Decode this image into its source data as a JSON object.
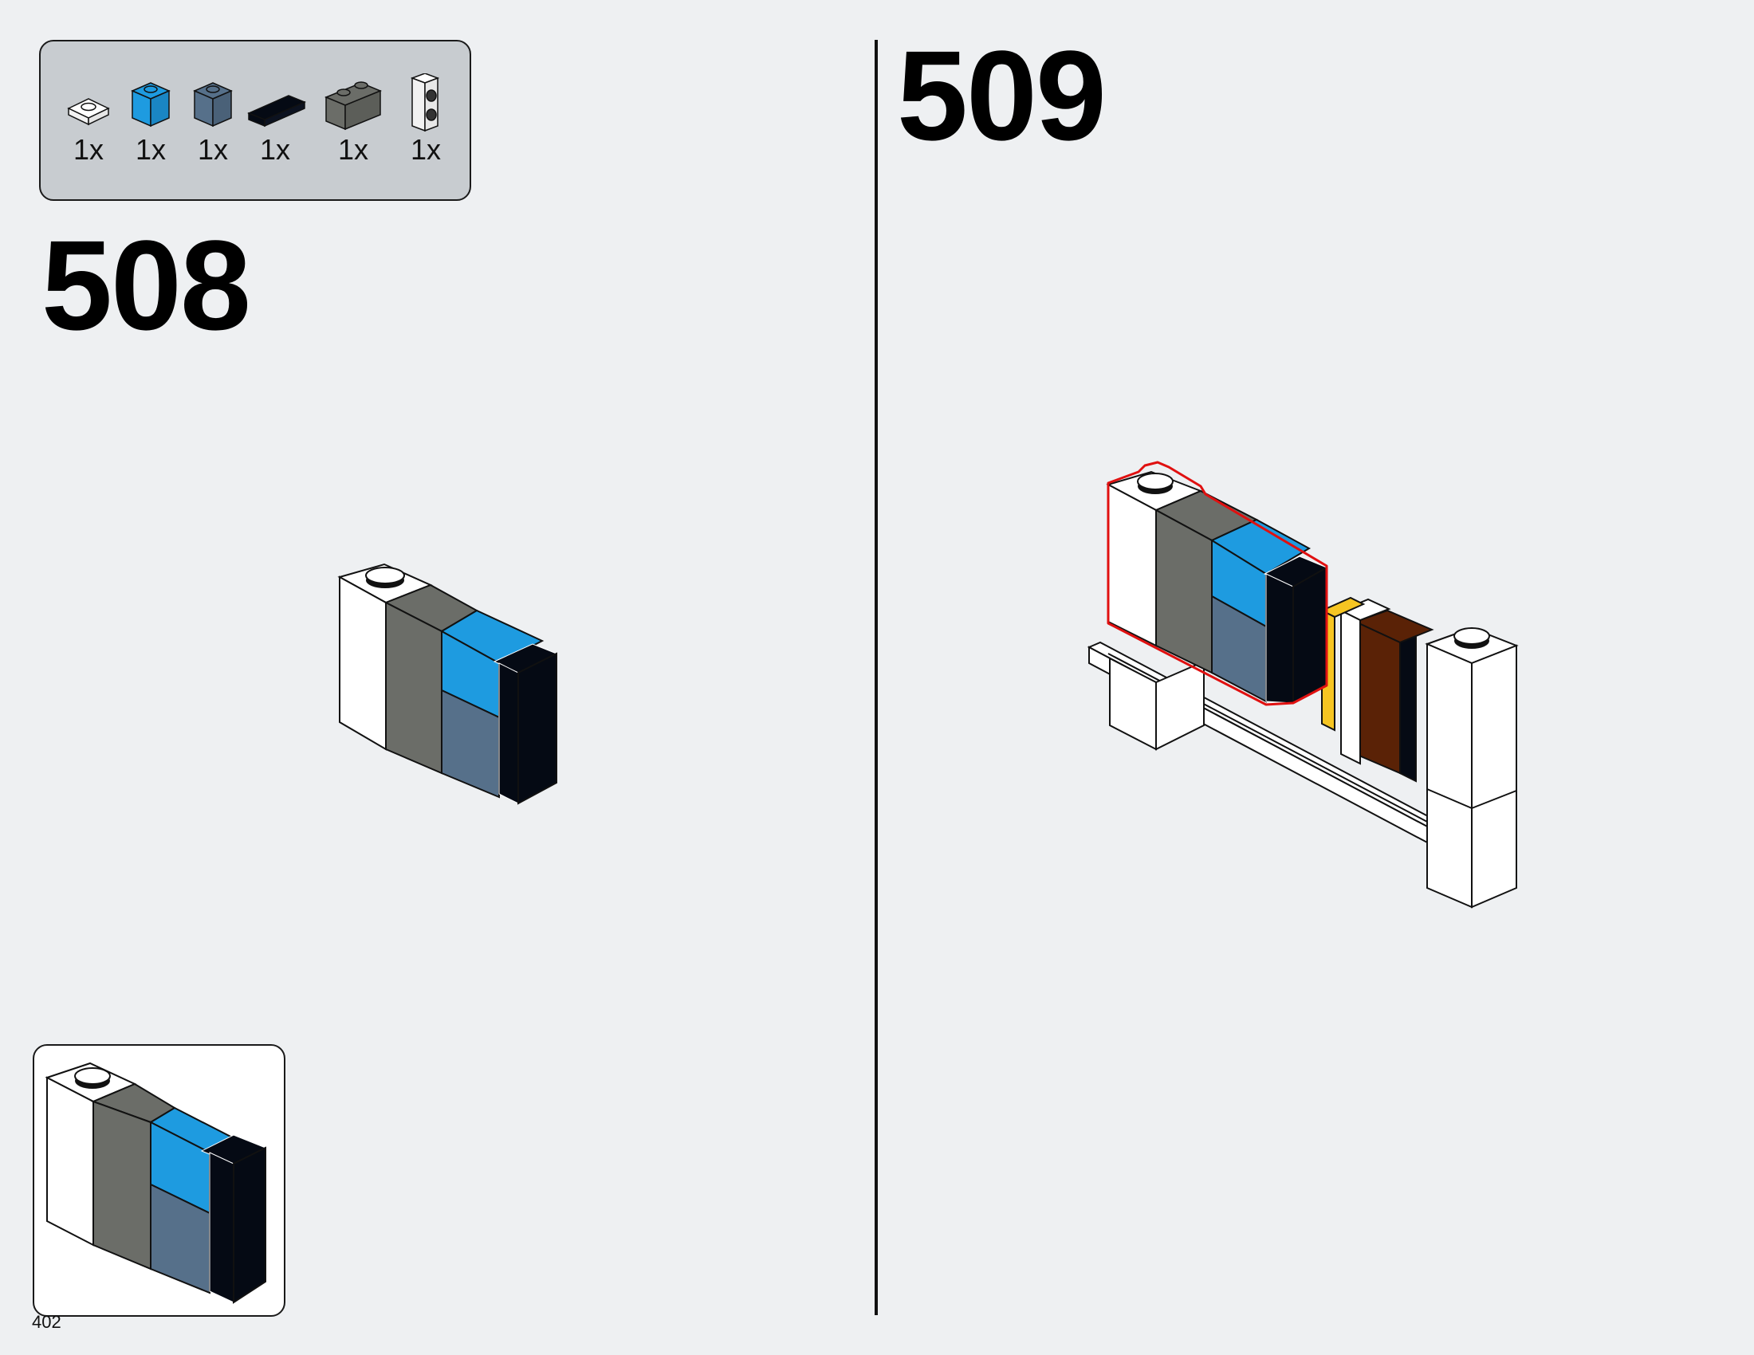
{
  "parts_list": {
    "items": [
      {
        "icon": "white-plate-1x1-icon",
        "color": "#ffffff",
        "qty": "1x"
      },
      {
        "icon": "blue-brick-1x1-icon",
        "color": "#1e9be0",
        "qty": "1x"
      },
      {
        "icon": "sand-blue-brick-1x1-icon",
        "color": "#56708a",
        "qty": "1x"
      },
      {
        "icon": "black-tile-1x2-icon",
        "color": "#050a14",
        "qty": "1x"
      },
      {
        "icon": "dark-gray-brick-1x2-icon",
        "color": "#6b6d68",
        "qty": "1x"
      },
      {
        "icon": "white-brick-studs-on-side-icon",
        "color": "#ffffff",
        "qty": "1x"
      }
    ]
  },
  "steps": [
    {
      "number": "508"
    },
    {
      "number": "509"
    }
  ],
  "page": {
    "number": "402"
  },
  "colors": {
    "background": "#eef0f2",
    "parts_box": "#c8ccd0",
    "white": "#ffffff",
    "dark_gray": "#6b6d68",
    "blue": "#1e9be0",
    "sand_blue": "#56708a",
    "black": "#050a14",
    "yellow": "#f6c522",
    "brown": "#5a2206",
    "highlight": "#e01010"
  }
}
